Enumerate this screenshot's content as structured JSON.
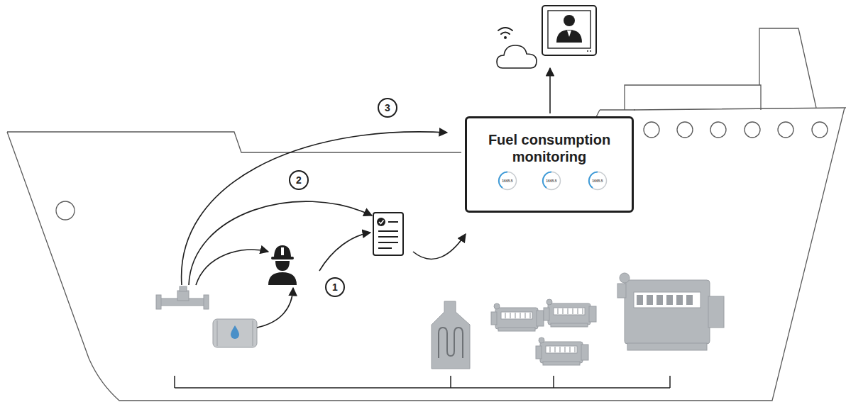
{
  "diagram": {
    "nodes": [
      {
        "text": [
          "Fuel consumption monitoring"
        ]
      },
      {
        "text": [
          "1665.5"
        ],
        "in": 0
      },
      {
        "text": [
          "1665.5"
        ],
        "in": 0
      },
      {
        "text": [
          "1665.5"
        ],
        "in": 0
      }
    ],
    "labels": [
      "3",
      "2",
      "1"
    ]
  }
}
